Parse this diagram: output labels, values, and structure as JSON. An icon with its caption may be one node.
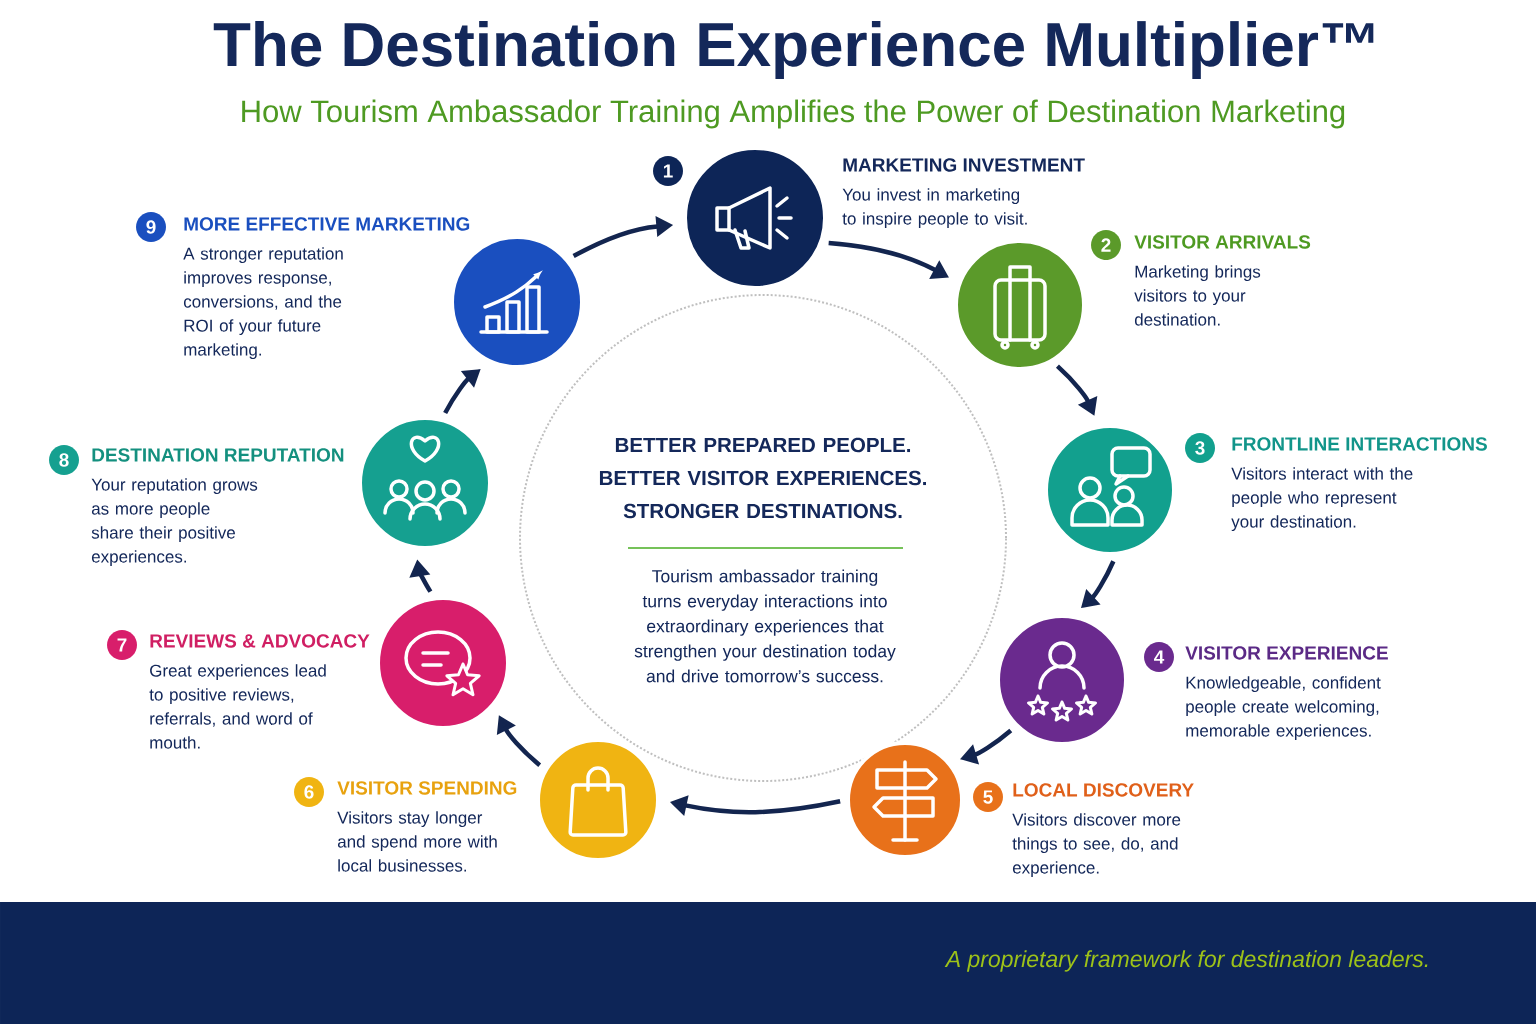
{
  "diagram": {
    "title": "The Destination Experience Multiplier™",
    "caption": "How Tourism Ambassador Training Amplifies the Power of Destination Marketing",
    "nodes": [
      {
        "text": [
          "1",
          "MARKETING INVESTMENT",
          "You invest in marketing to inspire people to visit."
        ]
      },
      {
        "text": [
          "2",
          "VISITOR ARRIVALS",
          "Marketing brings visitors to your destination."
        ]
      },
      {
        "text": [
          "3",
          "FRONTLINE INTERACTIONS",
          "Visitors interact with the people who represent your destination."
        ]
      },
      {
        "text": [
          "4",
          "VISITOR EXPERIENCE",
          "Knowledgeable, confident people create welcoming, memorable experiences."
        ]
      },
      {
        "text": [
          "5",
          "LOCAL DISCOVERY",
          "Visitors discover more things to see, do, and experience."
        ]
      },
      {
        "text": [
          "6",
          "VISITOR SPENDING",
          "Visitors stay longer and spend more with local businesses."
        ]
      },
      {
        "text": [
          "7",
          "REVIEWS & ADVOCACY",
          "Great experiences lead to positive reviews, referrals, and word of mouth."
        ]
      },
      {
        "text": [
          "8",
          "DESTINATION REPUTATION",
          "Your reputation grows as more people share their positive experiences."
        ]
      },
      {
        "text": [
          "9",
          "MORE EFFECTIVE MARKETING",
          "A stronger reputation improves response, conversions, and the ROI of your future marketing."
        ]
      },
      {
        "text": [
          "BETTER PREPARED PEOPLE. BETTER VISITOR EXPERIENCES. STRONGER DESTINATIONS.",
          "Tourism ambassador training turns everyday interactions into extraordinary experiences that strengthen your destination today and drive tomorrow’s success."
        ]
      }
    ],
    "edges": [
      {
        "from": 0,
        "to": 1,
        "arrow": "to"
      },
      {
        "from": 1,
        "to": 2,
        "arrow": "to"
      },
      {
        "from": 2,
        "to": 3,
        "arrow": "to"
      },
      {
        "from": 3,
        "to": 4,
        "arrow": "to"
      },
      {
        "from": 4,
        "to": 5,
        "arrow": "to"
      },
      {
        "from": 5,
        "to": 6,
        "arrow": "to"
      },
      {
        "from": 6,
        "to": 7,
        "arrow": "to"
      },
      {
        "from": 7,
        "to": 8,
        "arrow": "to"
      },
      {
        "from": 8,
        "to": 0,
        "arrow": "to"
      }
    ],
    "labels": [
      "A proprietary framework for destination leaders."
    ]
  }
}
